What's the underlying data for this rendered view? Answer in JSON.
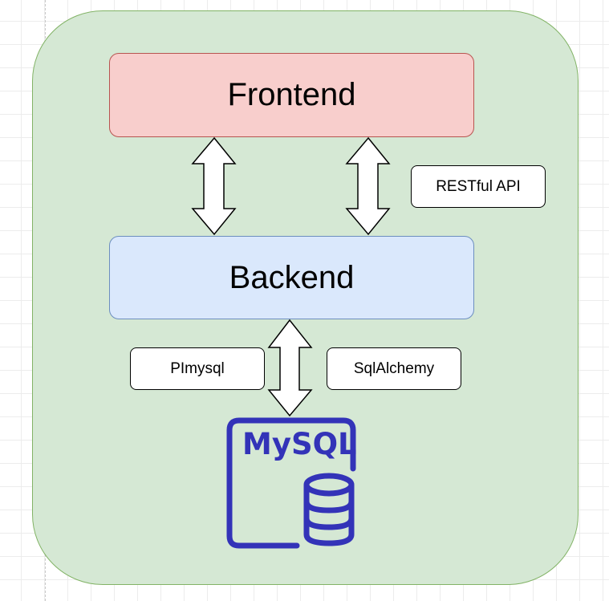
{
  "nodes": {
    "frontend": "Frontend",
    "backend": "Backend"
  },
  "labels": {
    "restful": "RESTful API",
    "pimysql": "PImysql",
    "sqlalchemy": "SqlAlchemy"
  },
  "database": {
    "logo_text": "MySQL",
    "icon": "database-icon"
  },
  "colors": {
    "container_fill": "#d5e8d4",
    "container_stroke": "#82b366",
    "frontend_fill": "#f8cecc",
    "frontend_stroke": "#b85450",
    "backend_fill": "#dae8fc",
    "backend_stroke": "#6c8ebf",
    "mysql_blue": "#3333b8"
  }
}
